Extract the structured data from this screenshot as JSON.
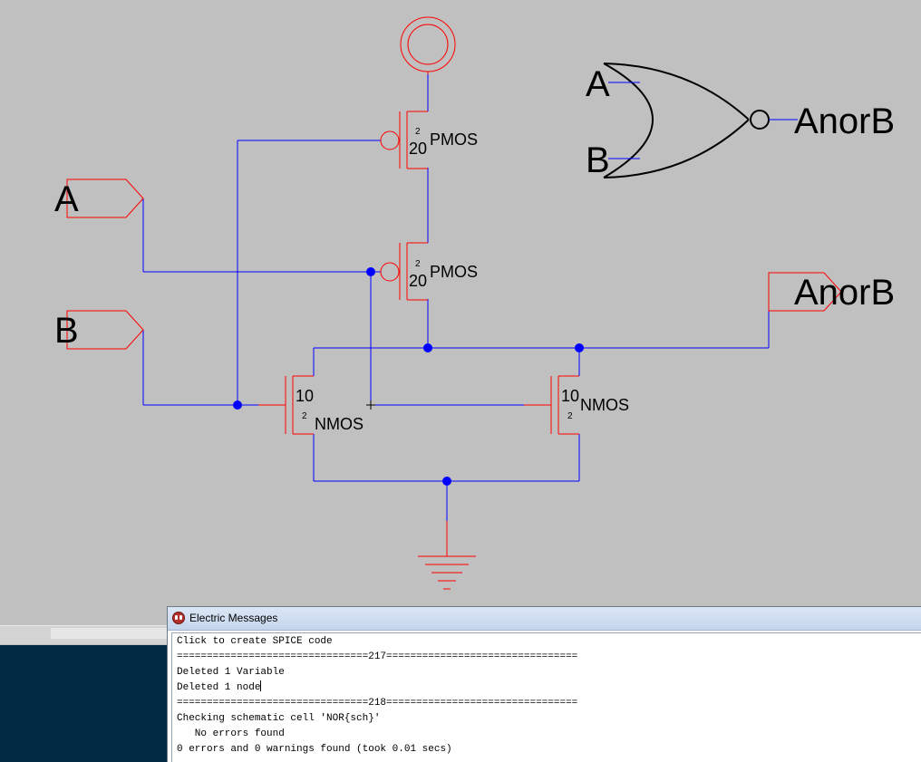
{
  "schematic": {
    "input_a_label": "A",
    "input_b_label": "B",
    "output_label": "AnorB",
    "pmos_top": {
      "type": "PMOS",
      "width": "20",
      "length": "2"
    },
    "pmos_bottom": {
      "type": "PMOS",
      "width": "20",
      "length": "2"
    },
    "nmos_left": {
      "type": "NMOS",
      "width": "10",
      "length": "2"
    },
    "nmos_right": {
      "type": "NMOS",
      "width": "10",
      "length": "2"
    }
  },
  "icon": {
    "input_a_label": "A",
    "input_b_label": "B",
    "output_label": "AnorB"
  },
  "colors": {
    "background": "#c0c0c0",
    "wire": "#0000ff",
    "component": "#ff0000",
    "node": "#0000ff",
    "icon": "#000000"
  },
  "messages_window": {
    "title": "Electric Messages",
    "lines": [
      "Click to create SPICE code",
      "================================217================================",
      "Deleted 1 Variable",
      "Deleted 1 node",
      "================================218================================",
      "Checking schematic cell 'NOR{sch}'",
      "   No errors found",
      "0 errors and 0 warnings found (took 0.01 secs)"
    ]
  }
}
